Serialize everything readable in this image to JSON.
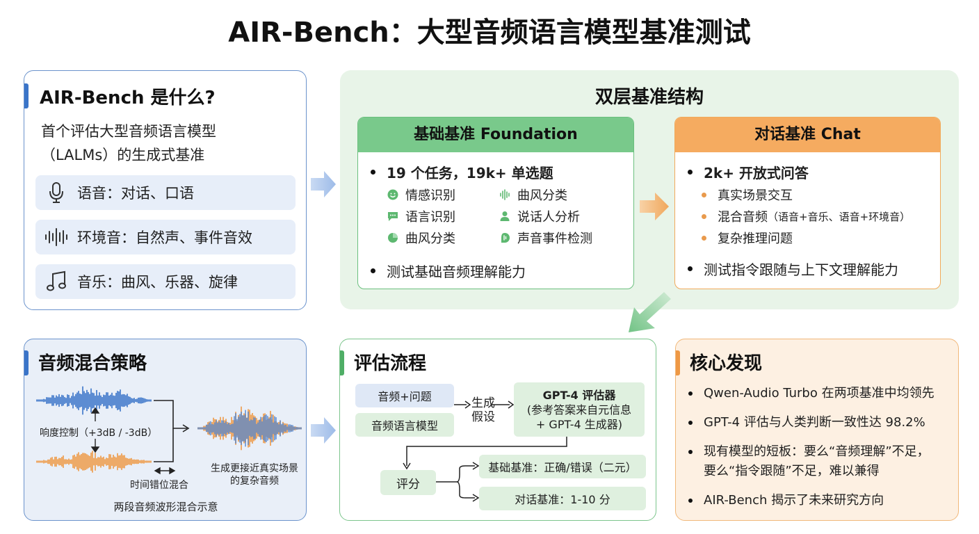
{
  "title": "AIR-Bench：大型音频语言模型基准测试",
  "what": {
    "heading": "AIR-Bench 是什么?",
    "desc_line1": "首个评估大型音频语言模型",
    "desc_line2": "（LALMs）的生成式基准",
    "categories": [
      {
        "icon": "microphone-icon",
        "label": "语音：对话、口语"
      },
      {
        "icon": "sound-wave-icon",
        "label": "环境音：自然声、事件音效"
      },
      {
        "icon": "music-note-icon",
        "label": "音乐：曲风、乐器、旋律"
      }
    ]
  },
  "structure": {
    "heading": "双层基准结构",
    "foundation": {
      "title": "基础基准 Foundation",
      "headline": "19 个任务，19k+ 单选题",
      "tasks": [
        {
          "icon": "smiley-icon",
          "label": "情感识别"
        },
        {
          "icon": "waveform-icon",
          "label": "曲风分类"
        },
        {
          "icon": "chat-bubble-icon",
          "label": "语言识别"
        },
        {
          "icon": "person-icon",
          "label": "说话人分析"
        },
        {
          "icon": "pie-chart-icon",
          "label": "曲风分类"
        },
        {
          "icon": "sound-event-icon",
          "label": "声音事件检测"
        }
      ],
      "footer": "测试基础音频理解能力"
    },
    "chat": {
      "title": "对话基准 Chat",
      "headline": "2k+ 开放式问答",
      "items": [
        "真实场景交互",
        "混合音频",
        "复杂推理问题"
      ],
      "mix_note": "（语音+音乐、语音+环境音）",
      "footer": "测试指令跟随与上下文理解能力"
    }
  },
  "mix": {
    "heading": "音频混合策略",
    "loudness": "响度控制（+3dB / -3dB）",
    "offset": "时间错位混合",
    "result_line1": "生成更接近真实场景",
    "result_line2": "的复杂音频",
    "caption": "两段音频波形混合示意"
  },
  "eval": {
    "heading": "评估流程",
    "input1": "音频+问题",
    "input2": "音频语言模型",
    "gen_line1": "生成",
    "gen_line2": "假设",
    "gpt_line1": "GPT-4 评估器",
    "gpt_line2": "(参考答案来自元信息",
    "gpt_line3": "+ GPT-4 生成器)",
    "score": "评分",
    "out1": "基础基准：正确/错误（二元）",
    "out2": "对话基准：1-10 分"
  },
  "findings": {
    "heading": "核心发现",
    "items": [
      "Qwen-Audio Turbo 在两项基准中均领先",
      "GPT-4 评估与人类判断一致性达 98.2%",
      "现有模型的短板：要么“音频理解”不足，要么“指令跟随”不足，难以兼得",
      "AIR-Bench 揭示了未来研究方向"
    ],
    "item3_line1": "现有模型的短板：要么“音频理解”不足，",
    "item3_line2": "要么“指令跟随”不足，难以兼得"
  },
  "colors": {
    "blue": "#3a74c8",
    "green": "#4fae66",
    "orange": "#ee9845",
    "foundation_header": "#79c98b",
    "chat_header": "#f5ab60"
  }
}
